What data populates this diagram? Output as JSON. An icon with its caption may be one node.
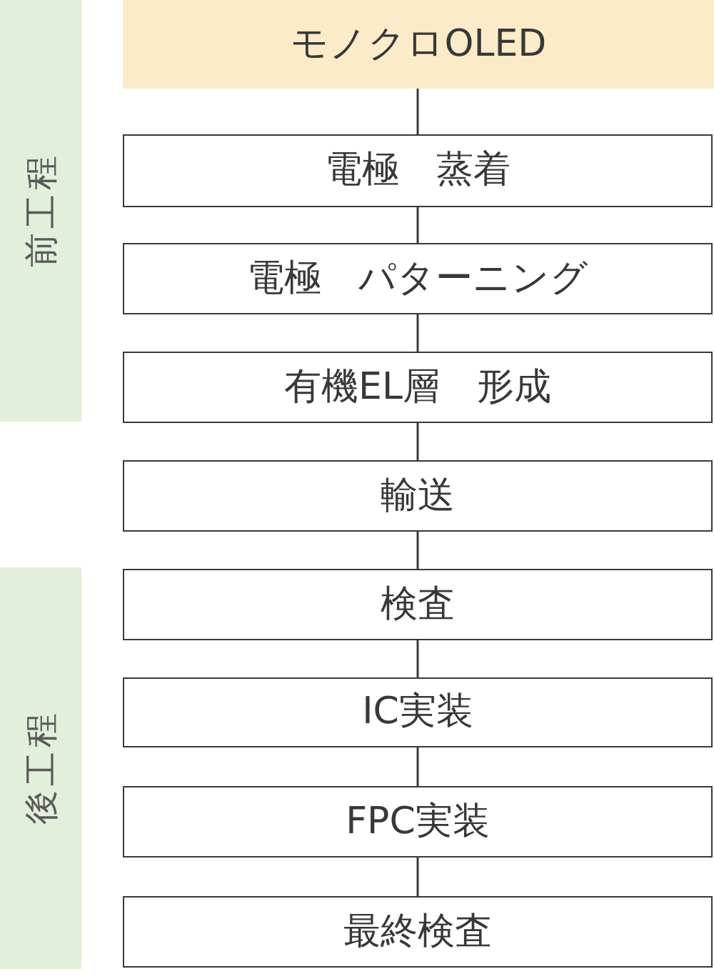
{
  "diagram": {
    "nodes": [
      {
        "text": [
          "前工程"
        ]
      },
      {
        "text": [
          "モノクロOLED"
        ]
      },
      {
        "text": [
          "電極　蒸着"
        ]
      },
      {
        "text": [
          "電極　パターニング"
        ]
      },
      {
        "text": [
          "有機EL層　形成"
        ]
      },
      {
        "text": [
          "輸送"
        ]
      },
      {
        "text": [
          "後工程"
        ]
      },
      {
        "text": [
          "検査"
        ]
      },
      {
        "text": [
          "IC実装"
        ]
      },
      {
        "text": [
          "FPC実装"
        ]
      },
      {
        "text": [
          "最終検査"
        ]
      }
    ],
    "edges": [
      {
        "from": 1,
        "to": 2,
        "arrow": "none"
      },
      {
        "from": 2,
        "to": 3,
        "arrow": "none"
      },
      {
        "from": 3,
        "to": 4,
        "arrow": "none"
      },
      {
        "from": 4,
        "to": 5,
        "arrow": "none"
      },
      {
        "from": 5,
        "to": 7,
        "arrow": "none"
      },
      {
        "from": 7,
        "to": 8,
        "arrow": "none"
      },
      {
        "from": 8,
        "to": 9,
        "arrow": "none"
      },
      {
        "from": 9,
        "to": 10,
        "arrow": "none"
      }
    ]
  }
}
